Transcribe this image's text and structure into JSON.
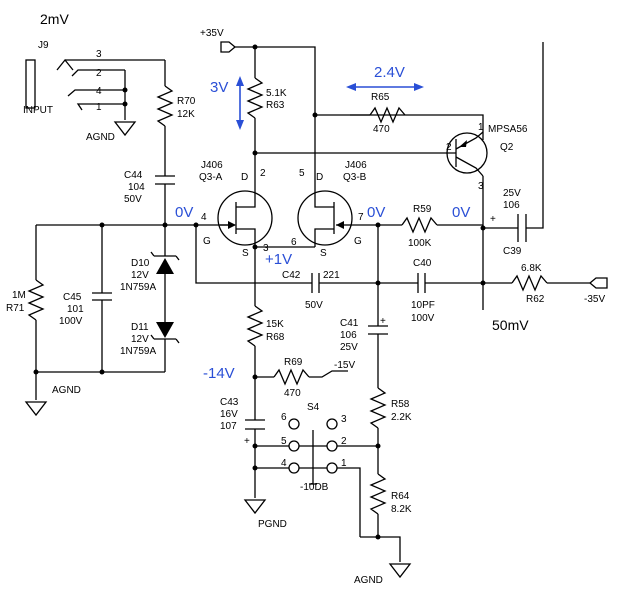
{
  "top_note": "2mV",
  "bottom_note": "50mV",
  "supplies": {
    "pos35": "+35V",
    "neg35": "-35V",
    "neg15": "-15V"
  },
  "grounds": {
    "agnd": "AGND",
    "pgnd": "PGND"
  },
  "connector": {
    "ref": "J9",
    "label": "INPUT",
    "pins": [
      "3",
      "2",
      "4",
      "1"
    ]
  },
  "resistors": {
    "r70": {
      "ref": "R70",
      "value": "12K"
    },
    "r63": {
      "ref": "R63",
      "value": "5.1K"
    },
    "r65": {
      "ref": "R65",
      "value": "470"
    },
    "r59": {
      "ref": "R59",
      "value": "100K"
    },
    "r71": {
      "ref": "R71",
      "value": "1M"
    },
    "r68": {
      "ref": "R68",
      "value": "15K"
    },
    "r69": {
      "ref": "R69",
      "value": "470"
    },
    "r62": {
      "ref": "R62",
      "value": "6.8K"
    },
    "r58": {
      "ref": "R58",
      "value": "2.2K"
    },
    "r64": {
      "ref": "R64",
      "value": "8.2K"
    }
  },
  "capacitors": {
    "c44": {
      "ref": "C44",
      "value": "104",
      "voltage": "50V"
    },
    "c45": {
      "ref": "C45",
      "value": "101",
      "voltage": "100V"
    },
    "c42": {
      "ref": "C42",
      "value": "221",
      "voltage": "50V"
    },
    "c40": {
      "ref": "C40",
      "value": "10PF",
      "voltage": "100V"
    },
    "c41": {
      "ref": "C41",
      "value": "106",
      "voltage": "25V"
    },
    "c39": {
      "ref": "C39",
      "value": "106",
      "voltage": "25V"
    },
    "c43": {
      "ref": "C43",
      "value": "107",
      "voltage": "16V"
    }
  },
  "diodes": {
    "d10": {
      "ref": "D10",
      "value": "12V",
      "part": "1N759A"
    },
    "d11": {
      "ref": "D11",
      "value": "12V",
      "part": "1N759A"
    }
  },
  "jfets": {
    "q3a": {
      "part": "J406",
      "ref": "Q3-A",
      "pins": {
        "d": "2",
        "g": "4",
        "s": "3"
      }
    },
    "q3b": {
      "part": "J406",
      "ref": "Q3-B",
      "pins": {
        "d": "5",
        "g": "7",
        "s": "6"
      }
    },
    "pin_letters": {
      "d": "D",
      "g": "G",
      "s": "S"
    }
  },
  "transistor": {
    "part": "MPSA56",
    "ref": "Q2",
    "pins": {
      "e": "1",
      "b": "2",
      "c": "3"
    }
  },
  "switch": {
    "ref": "S4",
    "pins": [
      "6",
      "3",
      "5",
      "2",
      "4",
      "1"
    ],
    "position": "-10DB"
  },
  "measurements": {
    "v_r63": "3V",
    "v_r65": "2.4V",
    "v_q3a_gate": "0V",
    "v_q3b_gate": "0V",
    "v_q2_collector": "0V",
    "v_sources": "+1V",
    "v_r68_bottom": "-14V"
  },
  "polarity": {
    "plus": "+"
  },
  "colors": {
    "measurement": "#2a4fd6",
    "ink": "#000000"
  }
}
